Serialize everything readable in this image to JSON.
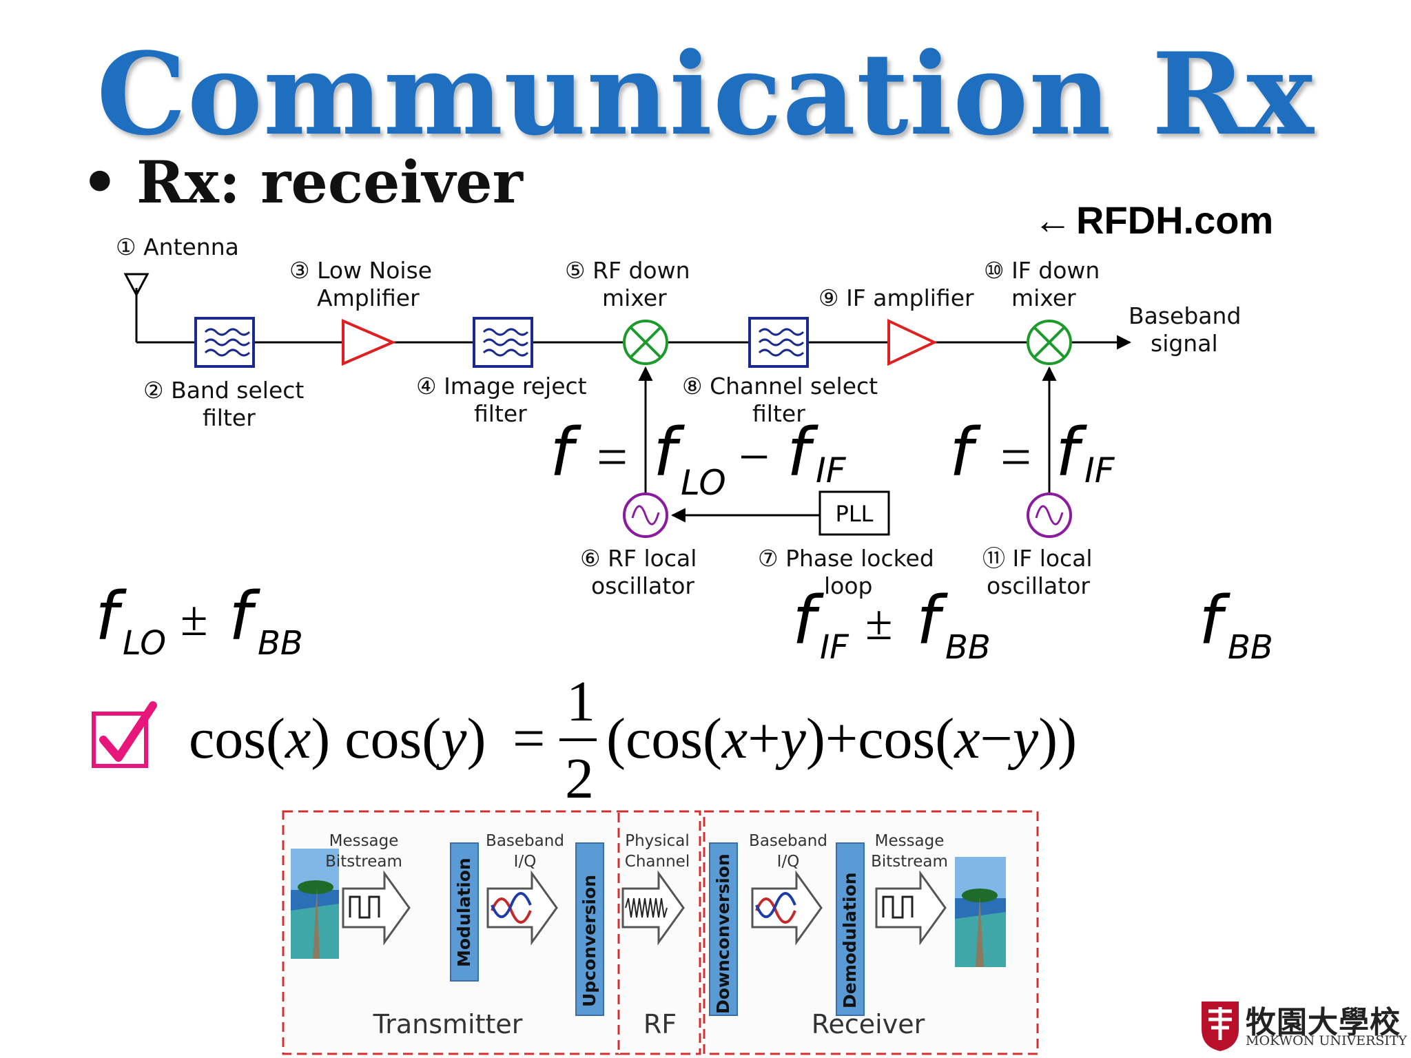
{
  "slide": {
    "title": "Communication Rx",
    "bullet": "Rx: receiver",
    "source": "RFDH.com",
    "source_arrow": "←"
  },
  "receiver_chain": {
    "labels": {
      "antenna": "① Antenna",
      "lna_1": "③ Low Noise",
      "lna_2": "Amplifier",
      "band_1": "② Band select",
      "band_2": "filter",
      "image_1": "④ Image reject",
      "image_2": "filter",
      "rf_mixer_1": "⑤ RF down",
      "rf_mixer_2": "mixer",
      "channel_1": "⑧ Channel select",
      "channel_2": "filter",
      "if_amp": "⑨ IF amplifier",
      "if_mixer_1": "⑩ IF down",
      "if_mixer_2": "mixer",
      "baseband_1": "Baseband",
      "baseband_2": "signal",
      "rf_lo_1": "⑥ RF local",
      "rf_lo_2": "oscillator",
      "pll_1": "⑦ Phase locked",
      "pll_2": "loop",
      "if_lo_1": "⑪ IF local",
      "if_lo_2": "oscillator",
      "pll_box": "PLL"
    },
    "colors": {
      "filter": "#1a2a8c",
      "amplifier": "#e02020",
      "mixer": "#1c9a2c",
      "oscillator": "#8a1aa0"
    }
  },
  "math": {
    "rf_eq": {
      "f": "f",
      "eq": "=",
      "flo": "f",
      "lo": "LO",
      "minus": "−",
      "fif": "f",
      "if": "IF"
    },
    "if_eq": {
      "f": "f",
      "eq": "=",
      "fif": "f",
      "if": "IF"
    },
    "lo_bb": {
      "f1": "f",
      "s1": "LO",
      "pm": "±",
      "f2": "f",
      "s2": "BB"
    },
    "if_bb": {
      "f1": "f",
      "s1": "IF",
      "pm": "±",
      "f2": "f",
      "s2": "BB"
    },
    "bb": {
      "f": "f",
      "s": "BB"
    },
    "identity": {
      "lhs_1": "cos(",
      "x": "x",
      "lhs_2": ") cos(",
      "y": "y",
      "lhs_3": ")",
      "eq": "=",
      "num": "1",
      "den": "2",
      "r1": "(cos(",
      "rx": "x",
      "plus_in": "+",
      "ry": "y",
      "r2": ")",
      "plus": "+",
      "r3": "cos(",
      "rx2": "x",
      "minus": "−",
      "ry2": "y",
      "r4": "))"
    },
    "check_color": "#e8157a"
  },
  "system_diagram": {
    "message_bitstream_1": "Message",
    "message_bitstream_2": "Bitstream",
    "baseband_iq_1": "Baseband",
    "baseband_iq_2": "I/Q",
    "physical_channel_1": "Physical",
    "physical_channel_2": "Channel",
    "modulation": "Modulation",
    "upconversion": "Upconversion",
    "downconversion": "Downconversion",
    "demodulation": "Demodulation",
    "transmitter": "Transmitter",
    "rf": "RF",
    "receiver": "Receiver",
    "block_color": "#5b9bd5"
  },
  "logo": {
    "name": "牧園大學校",
    "sub": "MOKWON UNIVERSITY"
  }
}
